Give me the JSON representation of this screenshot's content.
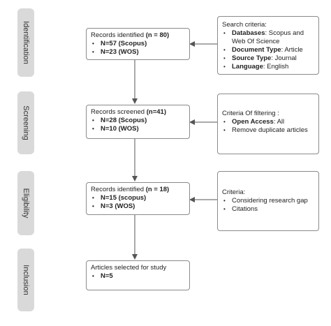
{
  "stages": [
    {
      "label": "Identification"
    },
    {
      "label": "Screening"
    },
    {
      "label": "Eligibility"
    },
    {
      "label": "Inclusion"
    }
  ],
  "main_boxes": {
    "identified": {
      "title_prefix": "Records identified ",
      "title_bold": "(n = 80)",
      "items": [
        "N=57 (Scopus)",
        "N=23 (WOS)"
      ]
    },
    "screened": {
      "title_prefix": "Records screened ",
      "title_bold": "(n=41)",
      "items": [
        "N=28 (Scopus)",
        "N=10 (WOS)"
      ]
    },
    "eligible": {
      "title_prefix": "Records identified ",
      "title_bold": "(n = 18)",
      "items": [
        "N=15 (scopus)",
        "N=3 (WOS)"
      ]
    },
    "included": {
      "title": "Articles selected for study",
      "items": [
        "N=5"
      ]
    }
  },
  "side_boxes": {
    "search": {
      "title": "Search criteria:",
      "items": [
        {
          "bold": "Databases",
          "rest": ": Scopus and Web Of Science"
        },
        {
          "bold": "Document Type",
          "rest": ": Article"
        },
        {
          "bold": "Source Type",
          "rest": ": Journal"
        },
        {
          "bold": "Language",
          "rest": ": English"
        }
      ]
    },
    "filtering": {
      "title": "Criteria Of filtering :",
      "items": [
        {
          "bold": "Open Access",
          "rest": ": All"
        },
        {
          "bold": "",
          "rest": "Remove duplicate articles"
        }
      ]
    },
    "criteria": {
      "title": "Criteria:",
      "items": [
        {
          "bold": "",
          "rest": "Considering research gap"
        },
        {
          "bold": "",
          "rest": "Citations"
        }
      ]
    }
  }
}
